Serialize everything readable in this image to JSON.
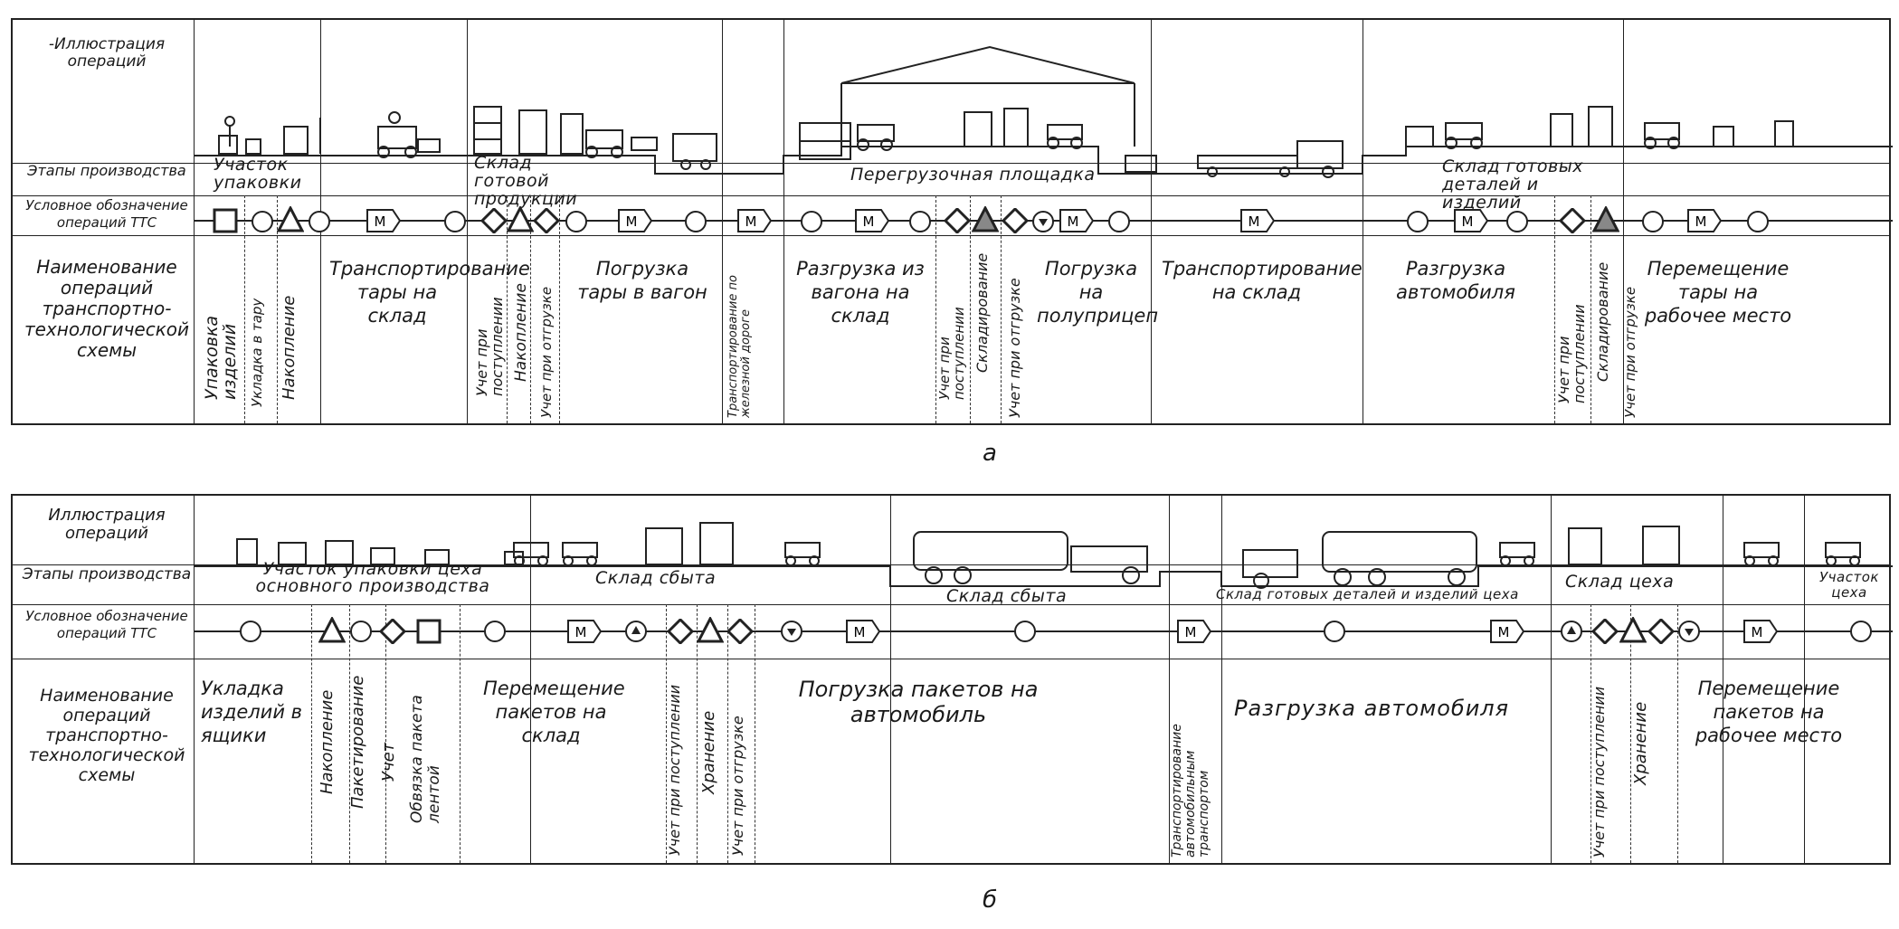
{
  "diagram_a": {
    "row_labels": {
      "illustration": "-Иллюстрация операций",
      "stages": "Этапы производства",
      "symbols": "Условное обозначение операций ТТС",
      "names": "Наименование операций транспортно-технологической схемы"
    },
    "stages": {
      "packing": "Участок упаковки",
      "finished_goods": "Склад готовой продукции",
      "transfer": "Перегрузочная площадка",
      "parts_store": "Склад готовых деталей и изделий"
    },
    "operations": {
      "op1": "Упаковка изделий",
      "op2": "Укладка в тару",
      "op3": "Накопление",
      "op4": "Транспортирование тары на склад",
      "op5": "Учет при поступлении",
      "op6": "Накопление",
      "op7": "Учет при отгрузке",
      "op8": "Погрузка тары в вагон",
      "op9": "Транспортирование по железной дороге",
      "op10": "Разгрузка из вагона на склад",
      "op11": "Учет при поступлении",
      "op12": "Складирование",
      "op13": "Учет при отгрузке",
      "op14": "Погрузка на полуприцеп",
      "op15": "Транспортирование на склад",
      "op16": "Разгрузка автомобиля",
      "op17": "Учет при поступлении",
      "op18": "Складирование",
      "op19": "Учет при отгрузке",
      "op20": "Перемещение тары на рабочее место"
    },
    "symbol_letter": "М",
    "caption": "а"
  },
  "diagram_b": {
    "row_labels": {
      "illustration": "Иллюстрация операций",
      "stages": "Этапы производства",
      "symbols": "Условное обозначение операций ТТС",
      "names": "Наименование операций транспортно-технологической схемы"
    },
    "stages": {
      "packing": "Участок упаковки цеха основного производства",
      "sales1": "Склад сбыта",
      "sales2": "Склад сбыта",
      "parts": "Склад готовых деталей и изделий цеха",
      "shop": "Склад цеха",
      "section": "Участок цеха"
    },
    "operations": {
      "op1": "Укладка изделий в ящики",
      "op2": "Накопление",
      "op3": "Пакетирование",
      "op4": "Учет",
      "op5": "Обвязка пакета лентой",
      "op6": "Перемещение пакетов на склад",
      "op7": "Учет при поступлении",
      "op8": "Хранение",
      "op9": "Учет при отгрузке",
      "op10": "Погрузка пакетов на автомобиль",
      "op11": "Транспортирование автомобильным транспортом",
      "op12": "Разгрузка автомобиля",
      "op13": "Учет при поступлении",
      "op14": "Хранение",
      "op15": "Перемещение пакетов на рабочее место"
    },
    "symbol_letter": "М",
    "caption": "б"
  },
  "colors": {
    "ink": "#1a1a1a",
    "paper": "#ffffff"
  }
}
